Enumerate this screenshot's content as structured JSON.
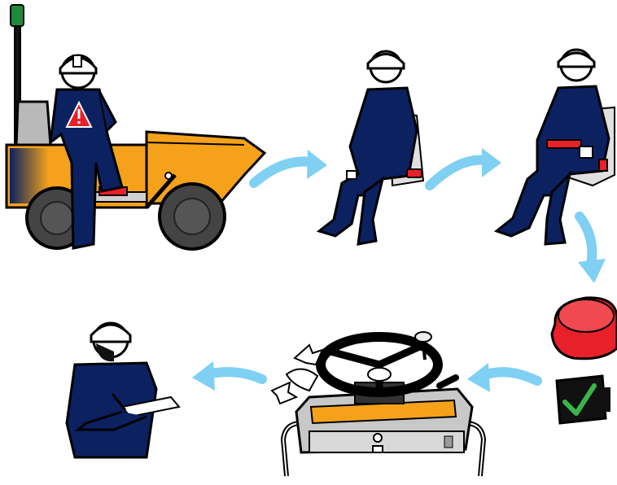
{
  "steps": [
    {
      "id": "approach-machine-with-warning",
      "icon": "dumper-operator-warning-icon"
    },
    {
      "id": "sit-in-seat",
      "icon": "seated-operator-icon"
    },
    {
      "id": "fasten-seat-belt",
      "icon": "seatbelt-fasten-icon"
    },
    {
      "id": "emergency-stop-check",
      "icon": "red-stop-button-icon"
    },
    {
      "id": "check-ok",
      "icon": "green-checkmark-icon"
    },
    {
      "id": "steering-console-check",
      "icon": "steering-wheel-console-icon"
    },
    {
      "id": "record-checklist",
      "icon": "clipboard-inspector-icon"
    }
  ],
  "colors": {
    "navy": "#0b2160",
    "machine_yellow": "#f5a21a",
    "arrow_blue": "#7fd0f2",
    "red": "#e8202a",
    "green": "#3bb54a",
    "black": "#111111"
  }
}
